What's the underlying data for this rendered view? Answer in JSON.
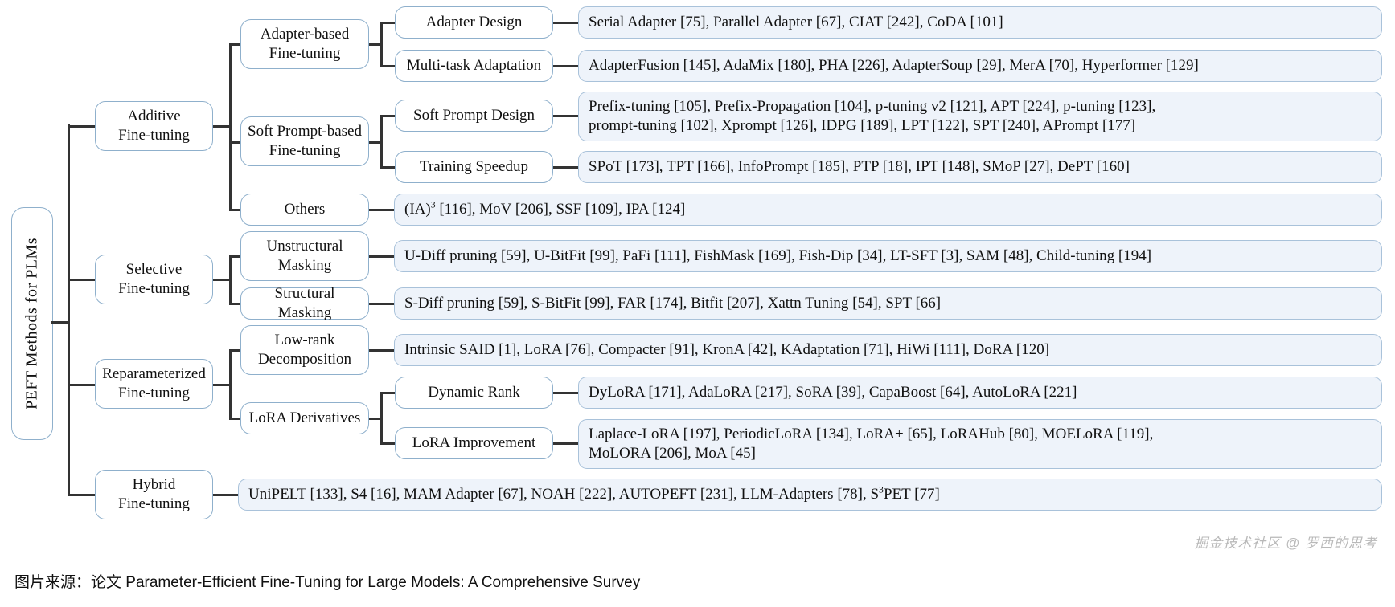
{
  "root": {
    "label": "PEFT Methods for PLMs"
  },
  "categories": [
    {
      "id": "additive",
      "label_lines": [
        "Additive",
        "Fine-tuning"
      ],
      "children": [
        {
          "id": "adapter-based",
          "label_lines": [
            "Adapter-based",
            "Fine-tuning"
          ],
          "children": [
            {
              "id": "adapter-design",
              "label_lines": [
                "Adapter Design"
              ],
              "leaf_lines": [
                "Serial Adapter  [75], Parallel Adapter [67], CIAT [242], CoDA [101]"
              ]
            },
            {
              "id": "multi-task-adaptation",
              "label_lines": [
                "Multi-task Adaptation"
              ],
              "leaf_lines": [
                "AdapterFusion [145], AdaMix [180], PHA [226], AdapterSoup [29], MerA [70], Hyperformer [129]"
              ]
            }
          ]
        },
        {
          "id": "soft-prompt-based",
          "label_lines": [
            "Soft Prompt-based",
            "Fine-tuning"
          ],
          "children": [
            {
              "id": "soft-prompt-design",
              "label_lines": [
                "Soft Prompt Design"
              ],
              "leaf_lines": [
                "Prefix-tuning [105], Prefix-Propagation [104], p-tuning v2 [121], APT [224], p-tuning [123],",
                "prompt-tuning [102], Xprompt [126], IDPG [189], LPT [122], SPT [240], APrompt [177]"
              ]
            },
            {
              "id": "training-speedup",
              "label_lines": [
                "Training Speedup"
              ],
              "leaf_lines": [
                "SPoT [173], TPT [166], InfoPrompt [185], PTP [18], IPT [148], SMoP [27], DePT [160]"
              ]
            }
          ]
        },
        {
          "id": "others",
          "label_lines": [
            "Others"
          ],
          "leaf_lines": [
            "(IA)^3 [116], MoV [206], SSF [109], IPA [124]"
          ],
          "leaf_html": true
        }
      ]
    },
    {
      "id": "selective",
      "label_lines": [
        "Selective",
        "Fine-tuning"
      ],
      "children": [
        {
          "id": "unstructural-masking",
          "label_lines": [
            "Unstructural",
            "Masking"
          ],
          "leaf_lines": [
            "U-Diff pruning [59], U-BitFit [99], PaFi [111], FishMask [169], Fish-Dip [34], LT-SFT [3], SAM [48], Child-tuning [194]"
          ]
        },
        {
          "id": "structural-masking",
          "label_lines": [
            "Structural Masking"
          ],
          "leaf_lines": [
            "S-Diff pruning [59], S-BitFit [99], FAR [174], Bitfit [207], Xattn Tuning [54], SPT [66]"
          ]
        }
      ]
    },
    {
      "id": "reparameterized",
      "label_lines": [
        "Reparameterized",
        "Fine-tuning"
      ],
      "children": [
        {
          "id": "low-rank-decomposition",
          "label_lines": [
            "Low-rank",
            "Decomposition"
          ],
          "leaf_lines": [
            "Intrinsic SAID [1], LoRA [76], Compacter [91], KronA [42], KAdaptation [71], HiWi [111], DoRA [120]"
          ]
        },
        {
          "id": "lora-derivatives",
          "label_lines": [
            "LoRA Derivatives"
          ],
          "children": [
            {
              "id": "dynamic-rank",
              "label_lines": [
                "Dynamic Rank"
              ],
              "leaf_lines": [
                "DyLoRA [171], AdaLoRA [217], SoRA [39], CapaBoost [64], AutoLoRA [221]"
              ]
            },
            {
              "id": "lora-improvement",
              "label_lines": [
                "LoRA Improvement"
              ],
              "leaf_lines": [
                "Laplace-LoRA [197], PeriodicLoRA [134], LoRA+ [65],  LoRAHub [80], MOELoRA [119],",
                "MoLORA [206], MoA [45]"
              ]
            }
          ]
        }
      ]
    },
    {
      "id": "hybrid",
      "label_lines": [
        "Hybrid",
        "Fine-tuning"
      ],
      "leaf_lines": [
        "UniPELT [133], S4 [16], MAM Adapter [67], NOAH [222], AUTOPEFT [231], LLM-Adapters [78], S^3PET [77]"
      ],
      "leaf_html": true
    }
  ],
  "nodes": {
    "root_label": "PEFT Methods for PLMs",
    "additive": "Additive",
    "additive2": "Fine-tuning",
    "selective": "Selective",
    "selective2": "Fine-tuning",
    "reparam": "Reparameterized",
    "reparam2": "Fine-tuning",
    "hybrid": "Hybrid",
    "hybrid2": "Fine-tuning",
    "adapter_based": "Adapter-based",
    "adapter_based2": "Fine-tuning",
    "soft_prompt_based": "Soft Prompt-based",
    "soft_prompt_based2": "Fine-tuning",
    "others": "Others",
    "unstructural": "Unstructural",
    "unstructural2": "Masking",
    "structural": "Structural Masking",
    "lowrank": "Low-rank",
    "lowrank2": "Decomposition",
    "lora_derivatives": "LoRA Derivatives",
    "adapter_design": "Adapter Design",
    "multitask": "Multi-task Adaptation",
    "soft_prompt_design": "Soft Prompt Design",
    "training_speedup": "Training Speedup",
    "dynamic_rank": "Dynamic Rank",
    "lora_improvement": "LoRA Improvement"
  },
  "leaves": {
    "adapter_design": "Serial Adapter  [75], Parallel Adapter [67], CIAT [242], CoDA [101]",
    "multitask": "AdapterFusion [145], AdaMix [180], PHA [226], AdapterSoup [29], MerA [70], Hyperformer [129]",
    "soft_prompt_design_l1": "Prefix-tuning [105], Prefix-Propagation [104], p-tuning v2 [121], APT [224], p-tuning [123],",
    "soft_prompt_design_l2": "prompt-tuning [102], Xprompt [126], IDPG [189], LPT [122], SPT [240], APrompt [177]",
    "training_speedup": "SPoT [173], TPT [166], InfoPrompt [185], PTP [18], IPT [148], SMoP [27], DePT [160]",
    "others_pre": "(IA)",
    "others_sup": "3",
    "others_post": " [116], MoV [206], SSF [109], IPA [124]",
    "unstructural": "U-Diff pruning [59], U-BitFit [99], PaFi [111], FishMask [169], Fish-Dip [34], LT-SFT [3], SAM [48], Child-tuning [194]",
    "structural": "S-Diff pruning [59], S-BitFit [99], FAR [174], Bitfit [207], Xattn Tuning [54], SPT [66]",
    "lowrank": "Intrinsic SAID [1], LoRA [76], Compacter [91], KronA [42], KAdaptation [71], HiWi [111], DoRA [120]",
    "dynamic_rank": "DyLoRA [171], AdaLoRA [217], SoRA [39], CapaBoost [64], AutoLoRA [221]",
    "lora_improvement_l1": "Laplace-LoRA [197], PeriodicLoRA [134], LoRA+ [65],  LoRAHub [80], MOELoRA [119],",
    "lora_improvement_l2": "MoLORA [206], MoA [45]",
    "hybrid_pre": "UniPELT [133], S4 [16], MAM Adapter [67], NOAH [222], AUTOPEFT [231], LLM-Adapters [78], S",
    "hybrid_sup": "3",
    "hybrid_post": "PET [77]"
  },
  "footer": {
    "caption": "图片来源：论文 Parameter-Efficient Fine-Tuning for Large Models: A Comprehensive Survey",
    "watermark": "掘金技术社区 @ 罗西的思考"
  },
  "style": {
    "leaf_fill": "#eef3fa",
    "leaf_border": "#a9c2da",
    "node_border": "#8fb0cc",
    "line_color": "#333333"
  }
}
